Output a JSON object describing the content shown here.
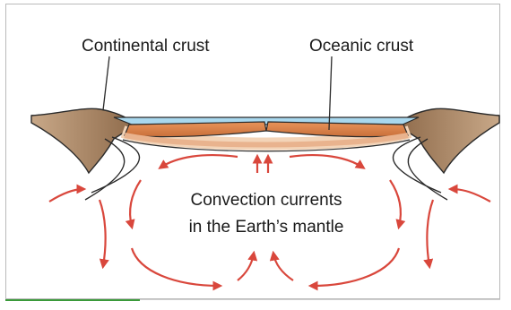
{
  "labels": {
    "continental_crust": "Continental crust",
    "oceanic_crust": "Oceanic crust",
    "convection_line1": "Convection currents",
    "convection_line2": "in the Earth’s mantle"
  },
  "colors": {
    "arrow": "#d9473c",
    "ocean": "#a9d8ee",
    "oceanic_crust": "#d9854f",
    "continental_crust": "#a98564",
    "mantle_band": "#f3d4b8",
    "outline": "#2a2a2a"
  }
}
